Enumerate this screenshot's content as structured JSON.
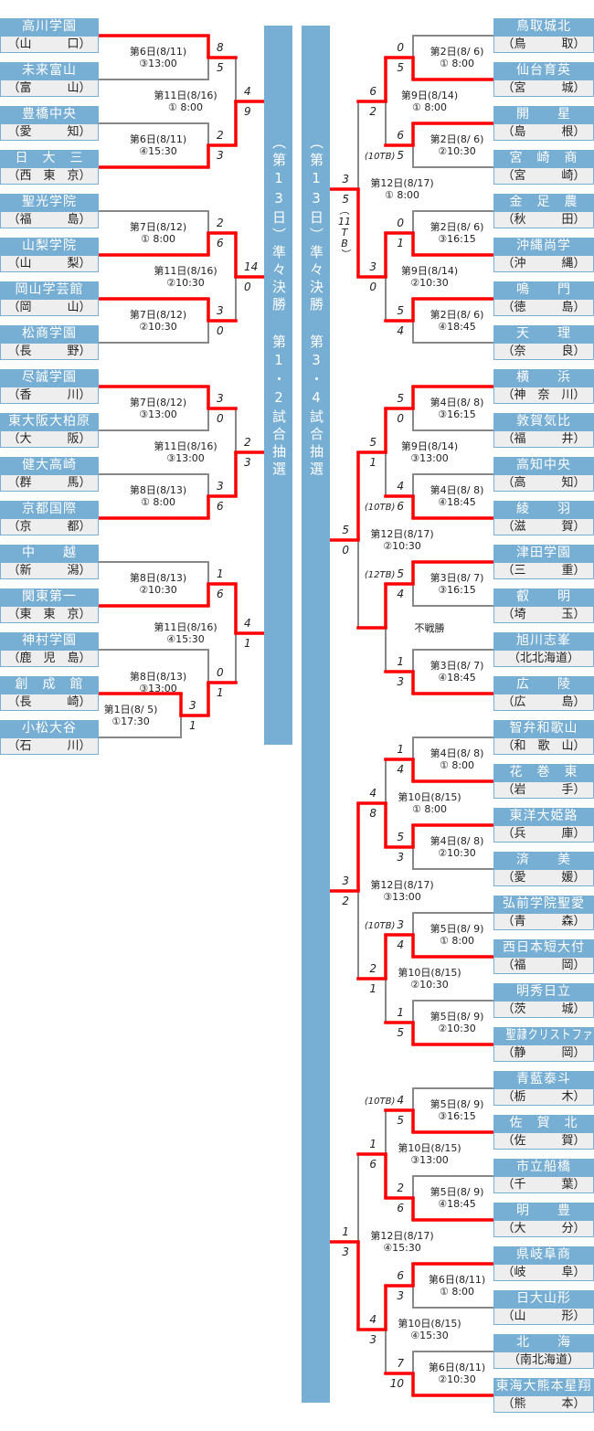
{
  "colors": {
    "accent_blue": "#77aed3",
    "winner_red": "#ff0000",
    "line_gray": "#888888",
    "pref_bg": "#eeeeee"
  },
  "banners": {
    "left": "（第13日）準々決勝 第1・2試合抽選",
    "right": "（第13日）準々決勝 第3・4試合抽選"
  },
  "teams_left": [
    {
      "name": "高川学園",
      "pref": "（山　　　口）"
    },
    {
      "name": "未来富山",
      "pref": "（富　　　山）"
    },
    {
      "name": "豊橋中央",
      "pref": "（愛　　　知）"
    },
    {
      "name": "日　大　三",
      "pref": "（西　東　京）"
    },
    {
      "name": "聖光学院",
      "pref": "（福　　　島）"
    },
    {
      "name": "山梨学院",
      "pref": "（山　　　梨）"
    },
    {
      "name": "岡山学芸館",
      "pref": "（岡　　　山）"
    },
    {
      "name": "松商学園",
      "pref": "（長　　　野）"
    },
    {
      "name": "尽誠学園",
      "pref": "（香　　　川）"
    },
    {
      "name": "東大阪大柏原",
      "pref": "（大　　　阪）"
    },
    {
      "name": "健大高崎",
      "pref": "（群　　　馬）"
    },
    {
      "name": "京都国際",
      "pref": "（京　　　都）"
    },
    {
      "name": "中　　越",
      "pref": "（新　　　潟）"
    },
    {
      "name": "関東第一",
      "pref": "（東　東　京）"
    },
    {
      "name": "神村学園",
      "pref": "（鹿　児　島）"
    },
    {
      "name": "創　成　館",
      "pref": "（長　　　崎）"
    },
    {
      "name": "小松大谷",
      "pref": "（石　　　川）"
    }
  ],
  "teams_right": [
    {
      "name": "鳥取城北",
      "pref": "（鳥　　　取）"
    },
    {
      "name": "仙台育英",
      "pref": "（宮　　　城）"
    },
    {
      "name": "開　　星",
      "pref": "（島　　　根）"
    },
    {
      "name": "宮　崎　商",
      "pref": "（宮　　　崎）"
    },
    {
      "name": "金　足　農",
      "pref": "（秋　　　田）"
    },
    {
      "name": "沖縄尚学",
      "pref": "（沖　　　縄）"
    },
    {
      "name": "鳴　　門",
      "pref": "（徳　　　島）"
    },
    {
      "name": "天　　理",
      "pref": "（奈　　　良）"
    },
    {
      "name": "横　　浜",
      "pref": "（神　奈　川）"
    },
    {
      "name": "敦賀気比",
      "pref": "（福　　　井）"
    },
    {
      "name": "高知中央",
      "pref": "（高　　　知）"
    },
    {
      "name": "綾　　羽",
      "pref": "（滋　　　賀）"
    },
    {
      "name": "津田学園",
      "pref": "（三　　　重）"
    },
    {
      "name": "叡　　明",
      "pref": "（埼　　　玉）"
    },
    {
      "name": "旭川志峯",
      "pref": "（北北海道）"
    },
    {
      "name": "広　　陵",
      "pref": "（広　　　島）"
    },
    {
      "name": "智弁和歌山",
      "pref": "（和　歌　山）"
    },
    {
      "name": "花　巻　東",
      "pref": "（岩　　　手）"
    },
    {
      "name": "東洋大姫路",
      "pref": "（兵　　　庫）"
    },
    {
      "name": "済　　美",
      "pref": "（愛　　　媛）"
    },
    {
      "name": "弘前学院聖愛",
      "pref": "（青　　　森）"
    },
    {
      "name": "西日本短大付",
      "pref": "（福　　　岡）"
    },
    {
      "name": "明秀日立",
      "pref": "（茨　　　城）"
    },
    {
      "name": "聖隷クリストファー",
      "pref": "（静　　　岡）"
    },
    {
      "name": "青藍泰斗",
      "pref": "（栃　　　木）"
    },
    {
      "name": "佐　賀　北",
      "pref": "（佐　　　賀）"
    },
    {
      "name": "市立船橋",
      "pref": "（千　　　葉）"
    },
    {
      "name": "明　　豊",
      "pref": "（大　　　分）"
    },
    {
      "name": "県岐阜商",
      "pref": "（岐　　　阜）"
    },
    {
      "name": "日大山形",
      "pref": "（山　　　形）"
    },
    {
      "name": "北　　海",
      "pref": "（南北海道）"
    },
    {
      "name": "東海大熊本星翔",
      "pref": "（熊　　　本）"
    }
  ],
  "bracket": {
    "left": [
      {
        "date": "第11日(8/16)",
        "time": "① 8:00",
        "scores": [
          "4",
          "9"
        ],
        "winner": 1,
        "top": {
          "date": "第6日(8/11)",
          "time": "③13:00",
          "scores": [
            "8",
            "5"
          ],
          "winner": 0,
          "top": {
            "team": 0
          },
          "bottom": {
            "team": 1
          }
        },
        "bottom": {
          "date": "第6日(8/11)",
          "time": "④15:30",
          "scores": [
            "2",
            "3"
          ],
          "winner": 1,
          "top": {
            "team": 2
          },
          "bottom": {
            "team": 3
          }
        }
      },
      {
        "date": "第11日(8/16)",
        "time": "②10:30",
        "scores": [
          "14",
          "0"
        ],
        "winner": 0,
        "top": {
          "date": "第7日(8/12)",
          "time": "① 8:00",
          "scores": [
            "2",
            "6"
          ],
          "winner": 1,
          "top": {
            "team": 4
          },
          "bottom": {
            "team": 5
          }
        },
        "bottom": {
          "date": "第7日(8/12)",
          "time": "②10:30",
          "scores": [
            "3",
            "0"
          ],
          "winner": 0,
          "top": {
            "team": 6
          },
          "bottom": {
            "team": 7
          }
        }
      },
      {
        "date": "第11日(8/16)",
        "time": "③13:00",
        "scores": [
          "2",
          "3"
        ],
        "winner": 1,
        "top": {
          "date": "第7日(8/12)",
          "time": "③13:00",
          "scores": [
            "3",
            "0"
          ],
          "winner": 0,
          "top": {
            "team": 8
          },
          "bottom": {
            "team": 9
          }
        },
        "bottom": {
          "date": "第8日(8/13)",
          "time": "① 8:00",
          "scores": [
            "3",
            "6"
          ],
          "winner": 1,
          "top": {
            "team": 10
          },
          "bottom": {
            "team": 11
          }
        }
      },
      {
        "date": "第11日(8/16)",
        "time": "④15:30",
        "scores": [
          "4",
          "1"
        ],
        "winner": 0,
        "top": {
          "date": "第8日(8/13)",
          "time": "②10:30",
          "scores": [
            "1",
            "6"
          ],
          "winner": 1,
          "top": {
            "team": 12
          },
          "bottom": {
            "team": 13
          }
        },
        "bottom": {
          "date": "第8日(8/13)",
          "time": "③13:00",
          "scores": [
            "0",
            "1"
          ],
          "winner": 1,
          "top": {
            "team": 14
          },
          "bottom": {
            "date": "第1日(8/ 5)",
            "time": "①17:30",
            "scores": [
              "3",
              "1"
            ],
            "winner": 0,
            "top": {
              "team": 15
            },
            "bottom": {
              "team": 16
            }
          }
        }
      }
    ],
    "right": [
      {
        "date": "第12日(8/17)",
        "time": "① 8:00",
        "scores": [
          "3",
          "5"
        ],
        "tb": [
          "",
          "11TB"
        ],
        "winner": 1,
        "top": {
          "date": "第9日(8/14)",
          "time": "① 8:00",
          "scores": [
            "6",
            "2"
          ],
          "winner": 0,
          "top": {
            "date": "第2日(8/ 6)",
            "time": "① 8:00",
            "scores": [
              "0",
              "5"
            ],
            "winner": 1,
            "top": {
              "team": 0
            },
            "bottom": {
              "team": 1
            }
          },
          "bottom": {
            "date": "第2日(8/ 6)",
            "time": "②10:30",
            "scores": [
              "6",
              "5"
            ],
            "tb": [
              "",
              "10TB"
            ],
            "winner": 0,
            "top": {
              "team": 2
            },
            "bottom": {
              "team": 3
            }
          }
        },
        "bottom": {
          "date": "第9日(8/14)",
          "time": "②10:30",
          "scores": [
            "3",
            "0"
          ],
          "winner": 0,
          "top": {
            "date": "第2日(8/ 6)",
            "time": "③16:15",
            "scores": [
              "0",
              "1"
            ],
            "winner": 1,
            "top": {
              "team": 4
            },
            "bottom": {
              "team": 5
            }
          },
          "bottom": {
            "date": "第2日(8/ 6)",
            "time": "④18:45",
            "scores": [
              "5",
              "4"
            ],
            "winner": 0,
            "top": {
              "team": 6
            },
            "bottom": {
              "team": 7
            }
          }
        }
      },
      {
        "date": "第12日(8/17)",
        "time": "②10:30",
        "scores": [
          "5",
          "0"
        ],
        "winner": 0,
        "top": {
          "date": "第9日(8/14)",
          "time": "③13:00",
          "scores": [
            "5",
            "1"
          ],
          "winner": 0,
          "top": {
            "date": "第4日(8/ 8)",
            "time": "③16:15",
            "scores": [
              "5",
              "0"
            ],
            "winner": 0,
            "top": {
              "team": 8
            },
            "bottom": {
              "team": 9
            }
          },
          "bottom": {
            "date": "第4日(8/ 8)",
            "time": "④18:45",
            "scores": [
              "4",
              "6"
            ],
            "tb": [
              "",
              "10TB"
            ],
            "winner": 1,
            "top": {
              "team": 10
            },
            "bottom": {
              "team": 11
            }
          }
        },
        "bottom": {
          "date": "不戦勝",
          "winner": 0,
          "top": {
            "date": "第3日(8/ 7)",
            "time": "③16:15",
            "scores": [
              "5",
              "4"
            ],
            "tb": [
              "12TB",
              ""
            ],
            "winner": 0,
            "top": {
              "team": 12
            },
            "bottom": {
              "team": 13
            }
          },
          "bottom": {
            "date": "第3日(8/ 7)",
            "time": "④18:45",
            "scores": [
              "1",
              "3"
            ],
            "winner": 1,
            "top": {
              "team": 14
            },
            "bottom": {
              "team": 15
            }
          }
        }
      },
      {
        "date": "第12日(8/17)",
        "time": "③13:00",
        "scores": [
          "3",
          "2"
        ],
        "winner": 0,
        "top": {
          "date": "第10日(8/15)",
          "time": "① 8:00",
          "scores": [
            "4",
            "8"
          ],
          "winner": 1,
          "top": {
            "date": "第4日(8/ 8)",
            "time": "① 8:00",
            "scores": [
              "1",
              "4"
            ],
            "winner": 1,
            "top": {
              "team": 16
            },
            "bottom": {
              "team": 17
            }
          },
          "bottom": {
            "date": "第4日(8/ 8)",
            "time": "②10:30",
            "scores": [
              "5",
              "3"
            ],
            "winner": 0,
            "top": {
              "team": 18
            },
            "bottom": {
              "team": 19
            }
          }
        },
        "bottom": {
          "date": "第10日(8/15)",
          "time": "②10:30",
          "scores": [
            "2",
            "1"
          ],
          "winner": 0,
          "top": {
            "date": "第5日(8/ 9)",
            "time": "① 8:00",
            "scores": [
              "3",
              "4"
            ],
            "tb": [
              "10TB",
              ""
            ],
            "winner": 1,
            "top": {
              "team": 20
            },
            "bottom": {
              "team": 21
            }
          },
          "bottom": {
            "date": "第5日(8/ 9)",
            "time": "②10:30",
            "scores": [
              "1",
              "5"
            ],
            "winner": 1,
            "top": {
              "team": 22
            },
            "bottom": {
              "team": 23
            }
          }
        }
      },
      {
        "date": "第12日(8/17)",
        "time": "④15:30",
        "scores": [
          "1",
          "3"
        ],
        "winner": 1,
        "top": {
          "date": "第10日(8/15)",
          "time": "③13:00",
          "scores": [
            "1",
            "6"
          ],
          "winner": 1,
          "top": {
            "date": "第5日(8/ 9)",
            "time": "③16:15",
            "scores": [
              "4",
              "5"
            ],
            "tb": [
              "10TB",
              ""
            ],
            "winner": 1,
            "top": {
              "team": 24
            },
            "bottom": {
              "team": 25
            }
          },
          "bottom": {
            "date": "第5日(8/ 9)",
            "time": "④18:45",
            "scores": [
              "2",
              "6"
            ],
            "winner": 1,
            "top": {
              "team": 26
            },
            "bottom": {
              "team": 27
            }
          }
        },
        "bottom": {
          "date": "第10日(8/15)",
          "time": "④15:30",
          "scores": [
            "4",
            "3"
          ],
          "winner": 0,
          "top": {
            "date": "第6日(8/11)",
            "time": "① 8:00",
            "scores": [
              "6",
              "3"
            ],
            "winner": 0,
            "top": {
              "team": 28
            },
            "bottom": {
              "team": 29
            }
          },
          "bottom": {
            "date": "第6日(8/11)",
            "time": "②10:30",
            "scores": [
              "7",
              "10"
            ],
            "winner": 1,
            "top": {
              "team": 30
            },
            "bottom": {
              "team": 31
            }
          }
        }
      }
    ]
  }
}
